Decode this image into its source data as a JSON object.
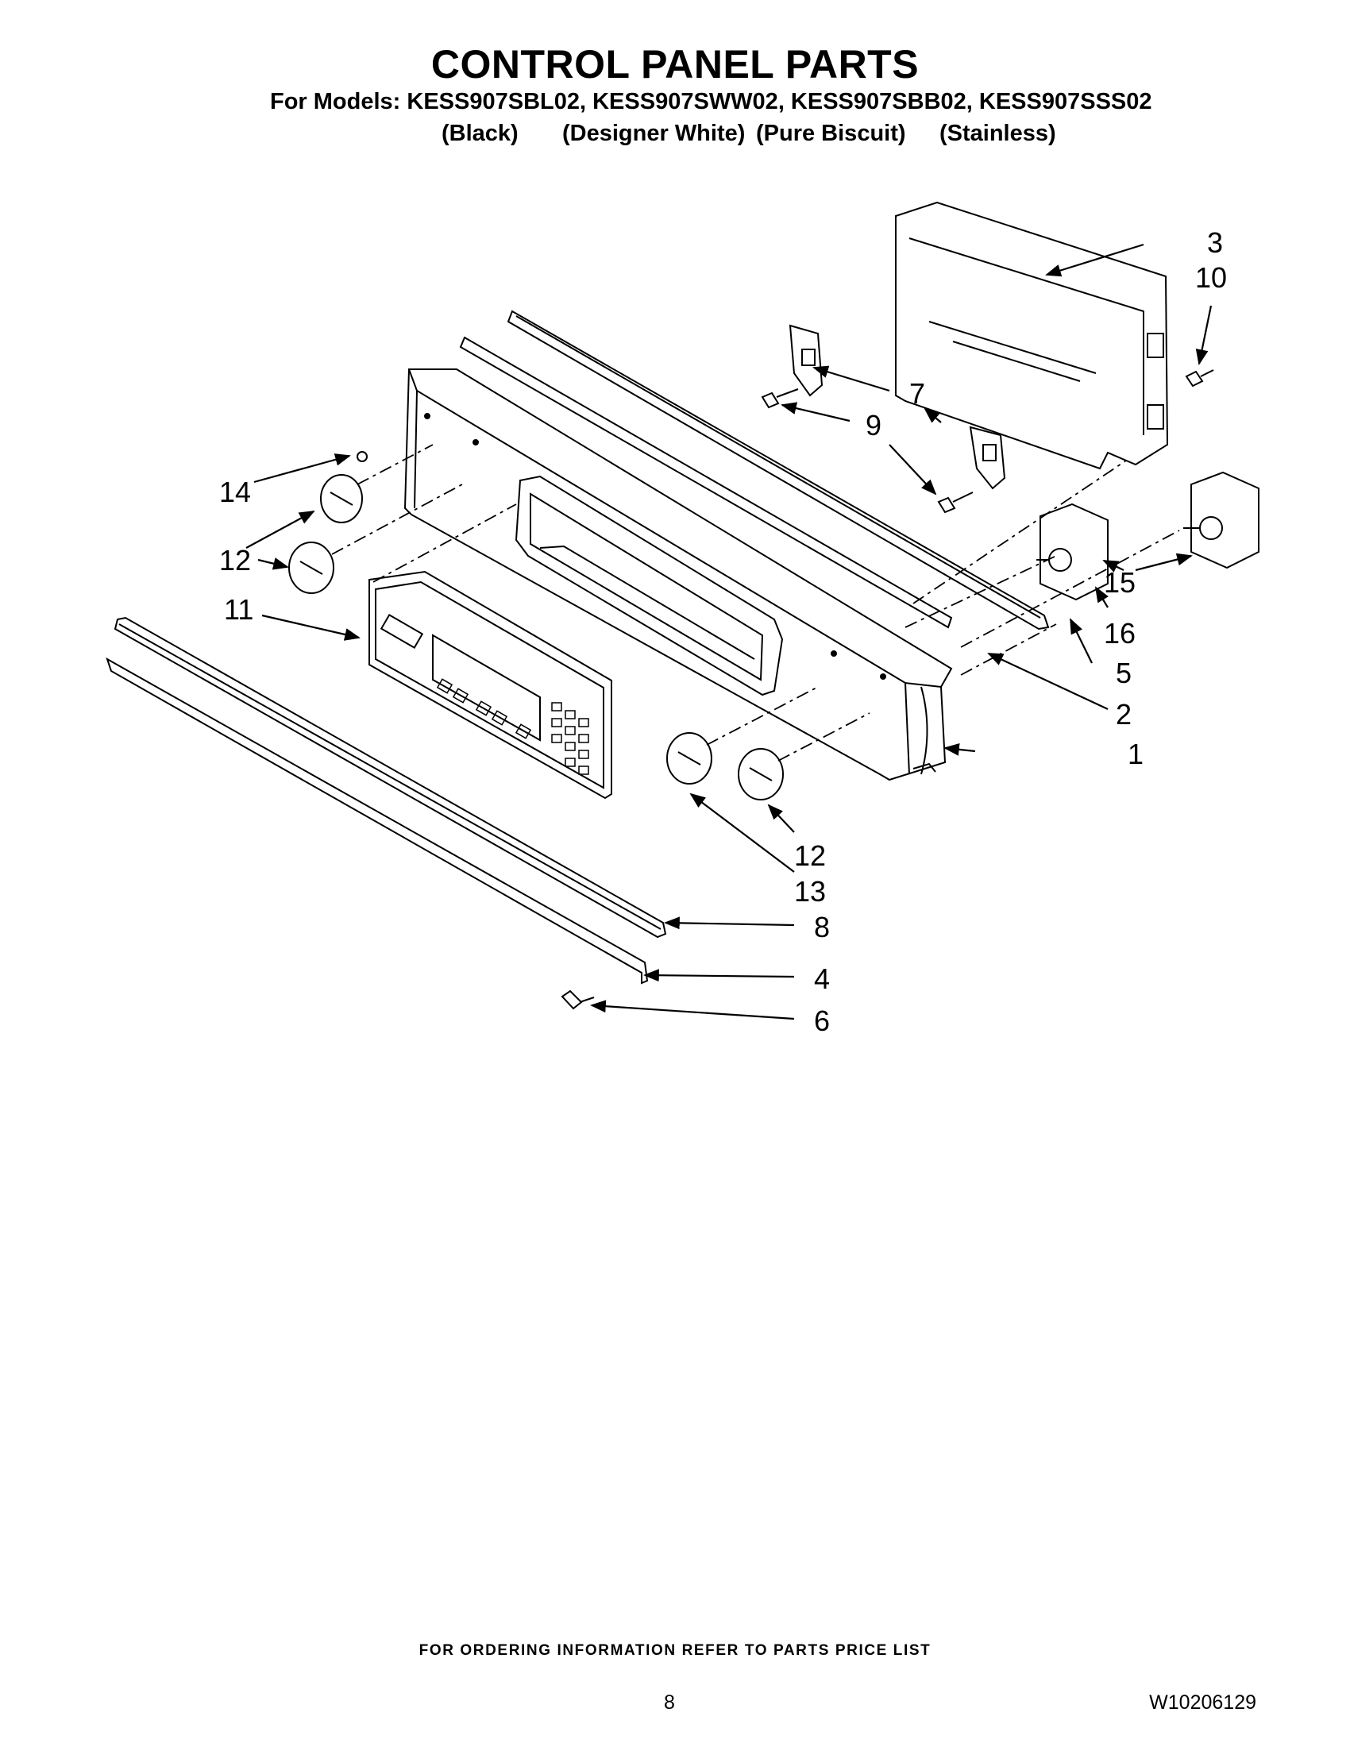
{
  "header": {
    "title": "CONTROL PANEL PARTS",
    "models_line": "For Models: KESS907SBL02, KESS907SWW02, KESS907SBB02, KESS907SSS02",
    "colors": [
      "(Black)",
      "(Designer White)",
      "(Pure Biscuit)",
      "(Stainless)"
    ]
  },
  "callouts": [
    "1",
    "2",
    "3",
    "4",
    "5",
    "6",
    "7",
    "8",
    "9",
    "10",
    "11",
    "12",
    "12",
    "13",
    "14",
    "15",
    "16"
  ],
  "footer": {
    "ordering_note": "FOR ORDERING INFORMATION REFER TO PARTS PRICE LIST",
    "page_number": "8",
    "document_number": "W10206129"
  }
}
